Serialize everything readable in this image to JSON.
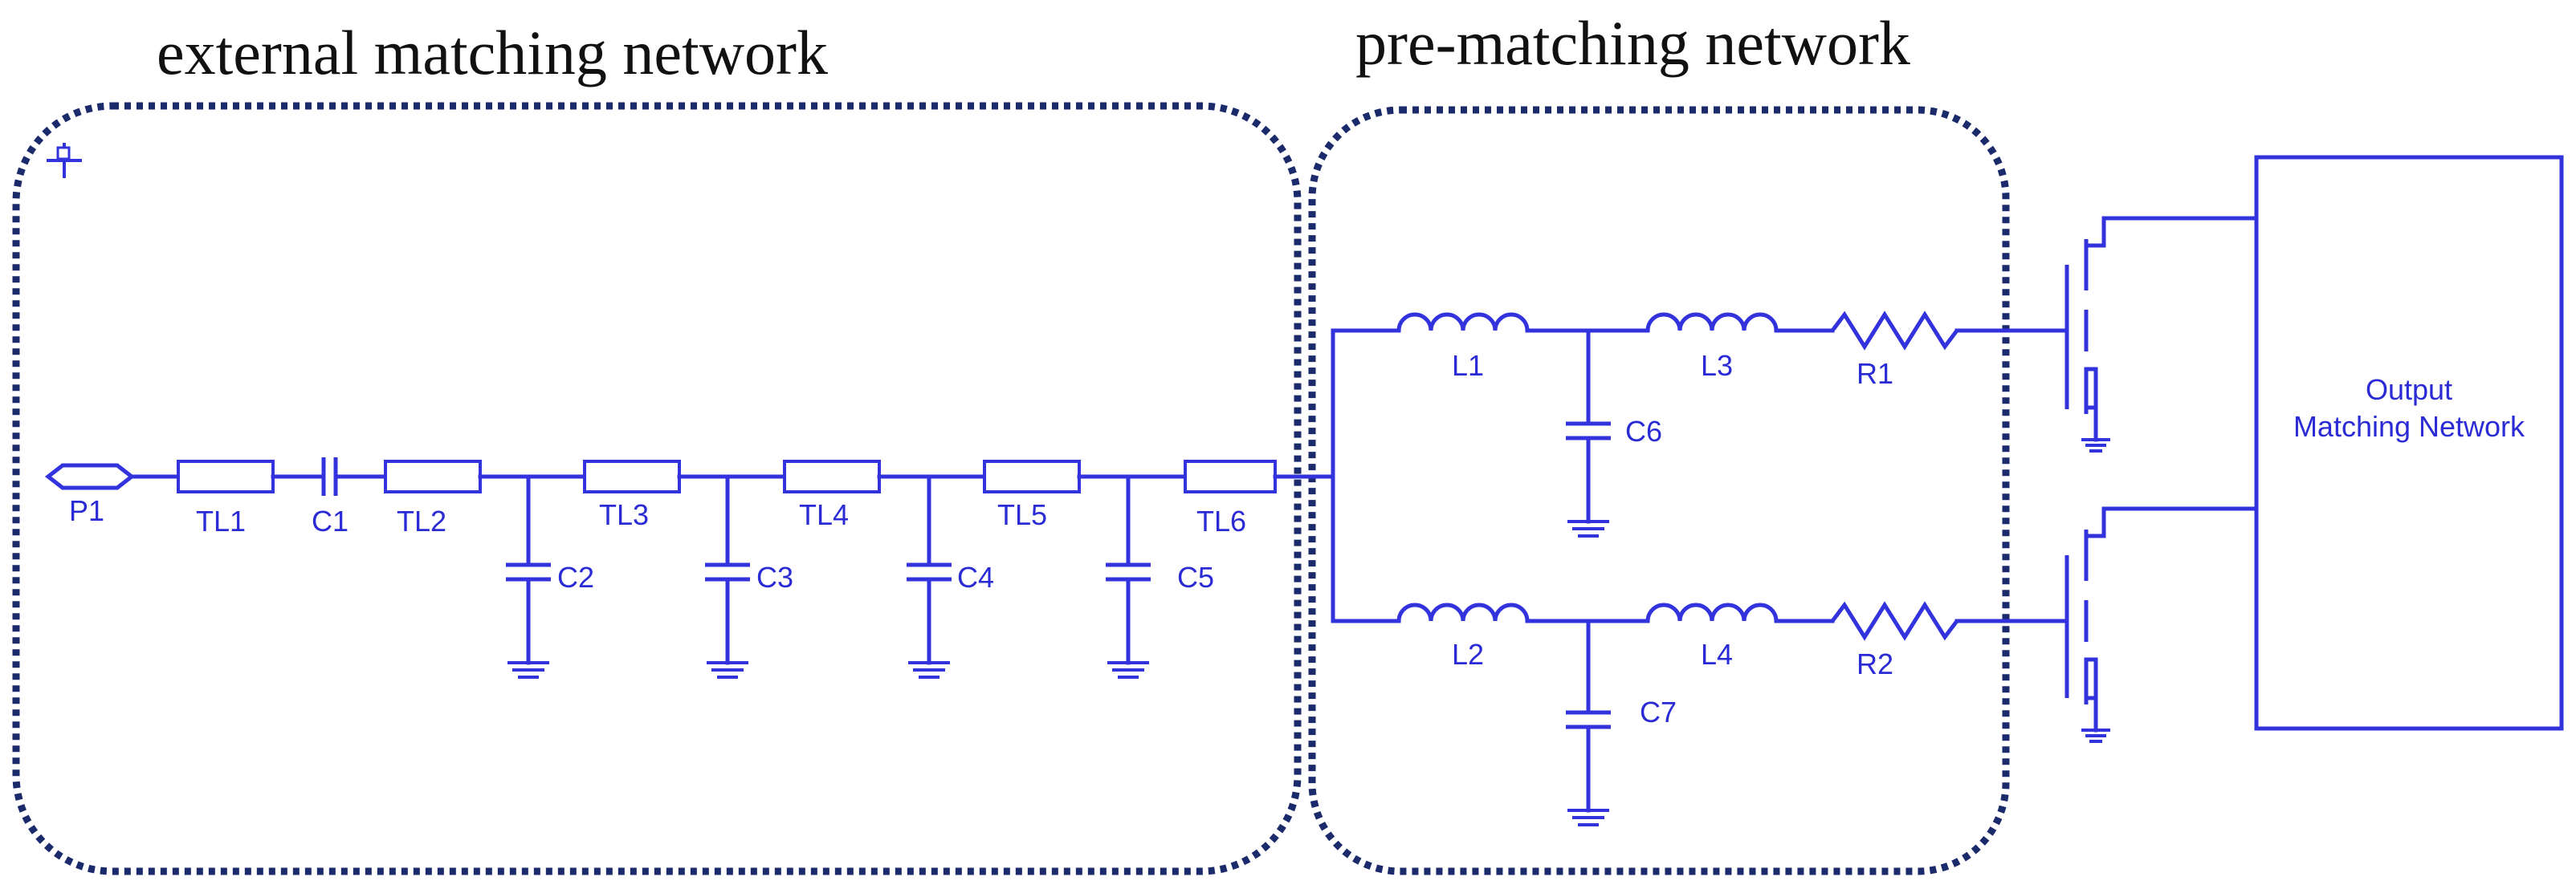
{
  "regions": {
    "external_title": "external matching network",
    "prematching_title": "pre-matching network"
  },
  "components": {
    "port": "P1",
    "tl1": "TL1",
    "tl2": "TL2",
    "tl3": "TL3",
    "tl4": "TL4",
    "tl5": "TL5",
    "tl6": "TL6",
    "c1": "C1",
    "c2": "C2",
    "c3": "C3",
    "c4": "C4",
    "c5": "C5",
    "c6": "C6",
    "c7": "C7",
    "l1": "L1",
    "l2": "L2",
    "l3": "L3",
    "l4": "L4",
    "r1": "R1",
    "r2": "R2"
  },
  "output_block": {
    "line1": "Output",
    "line2": "Matching Network"
  },
  "colors": {
    "wire": "#3333dd",
    "region_border": "#1b2a6b"
  }
}
